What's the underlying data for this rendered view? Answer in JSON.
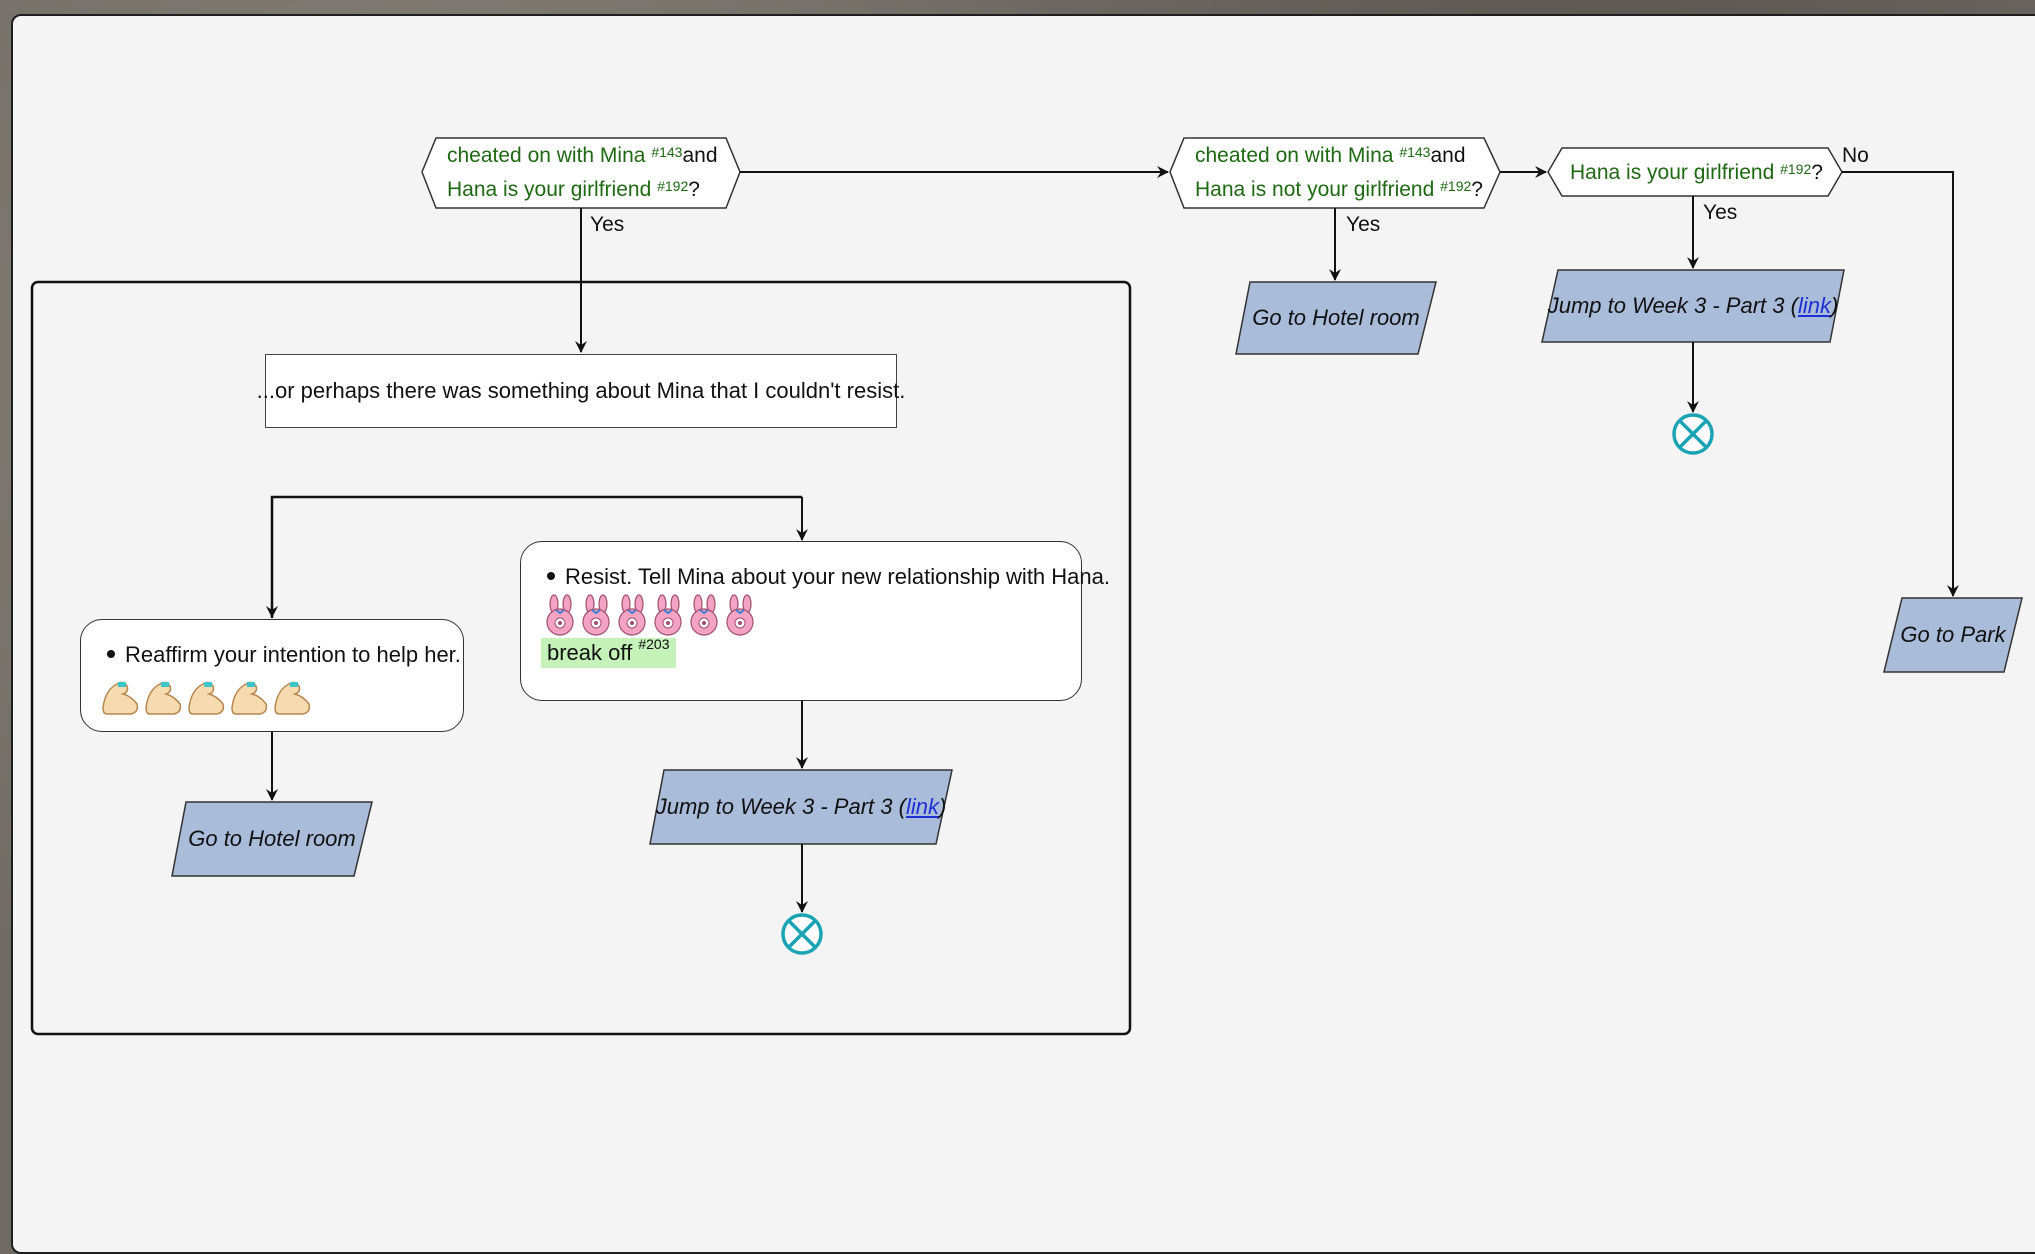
{
  "decisions": {
    "d1": {
      "line1": "cheated on with Mina",
      "ref1": "#143",
      "and": "and",
      "line2": "Hana is your girlfriend",
      "ref2": "#192",
      "q": "?"
    },
    "d2": {
      "line1": "cheated on with Mina",
      "ref1": "#143",
      "and": "and",
      "line2": "Hana is not your girlfriend",
      "ref2": "#192",
      "q": "?"
    },
    "d3": {
      "line1": "Hana is your girlfriend",
      "ref1": "#192",
      "q": "?"
    }
  },
  "edge_labels": {
    "yes1": "Yes",
    "yes2": "Yes",
    "yes3": "Yes",
    "no3": "No"
  },
  "statement": "...or perhaps there was something about Mina that I couldn't resist.",
  "choices": {
    "reaffirm": {
      "text": "Reaffirm your intention to help her.",
      "icon_count": 5,
      "icon": "flexed-arm-icon"
    },
    "resist": {
      "text": "Resist. Tell Mina about your new relationship with Hana.",
      "icon_count": 6,
      "icon": "bunny-icon",
      "tag": "break off",
      "tag_ref": "#203"
    }
  },
  "actions": {
    "hotel_left": "Go to Hotel room",
    "jump_left": {
      "prefix": "Jump to Week 3 - Part 3 (",
      "link": "link",
      "suffix": ")"
    },
    "hotel_mid": "Go to Hotel room",
    "jump_right": {
      "prefix": "Jump to Week 3 - Part 3 (",
      "link": "link",
      "suffix": ")"
    },
    "park": "Go to Park"
  },
  "colors": {
    "decision_text": "#1e6a12",
    "action_fill": "#a9bcd9",
    "end_icon": "#1aa3b5",
    "tag_bg": "#c5f2b8",
    "link": "#1d30d6"
  }
}
